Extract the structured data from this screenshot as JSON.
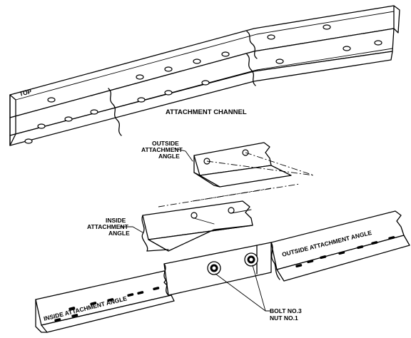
{
  "labels": {
    "top": "TOP",
    "attachment_channel": "ATTACHMENT CHANNEL",
    "outside_angle_upper_1": "OUTSIDE",
    "outside_angle_upper_2": "ATTACHMENT",
    "outside_angle_upper_3": "ANGLE",
    "inside_angle_upper_1": "INSIDE",
    "inside_angle_upper_2": "ATTACHMENT",
    "inside_angle_upper_3": "ANGLE",
    "inside_attachment_angle": "INSIDE ATTACHMENT ANGLE",
    "outside_attachment_angle": "OUTSIDE ATTACHMENT ANGLE",
    "bolt": "BOLT NO.3",
    "nut": "NUT NO.1"
  }
}
